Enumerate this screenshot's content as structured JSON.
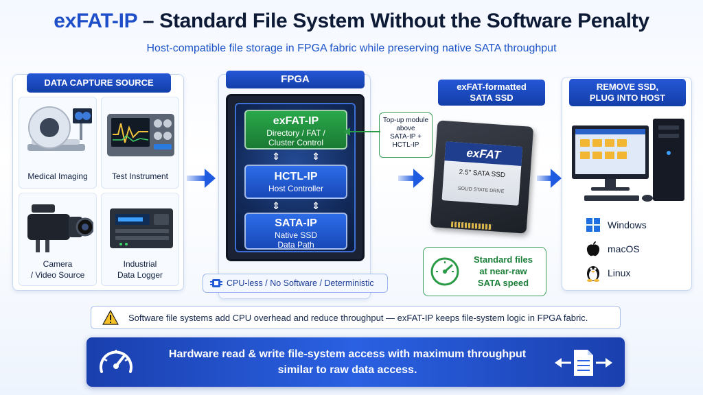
{
  "header": {
    "title_accent": "exFAT-IP",
    "title_rest": " – Standard File System Without the Software Penalty",
    "subtitle": "Host-compatible file storage in FPGA fabric while preserving native SATA throughput"
  },
  "capture": {
    "banner": "DATA CAPTURE SOURCE",
    "items": [
      {
        "label": "Medical Imaging",
        "icon": "medical-scanner-icon"
      },
      {
        "label": "Test Instrument",
        "icon": "oscilloscope-icon"
      },
      {
        "label_line1": "Camera",
        "label_line2": "/ Video Source",
        "icon": "video-camera-icon"
      },
      {
        "label_line1": "Industrial",
        "label_line2": "Data Logger",
        "icon": "data-logger-icon"
      }
    ]
  },
  "fpga": {
    "banner": "FPGA",
    "blocks": [
      {
        "title": "exFAT-IP",
        "line1": "Directory / FAT /",
        "line2": "Cluster Control"
      },
      {
        "title": "HCTL-IP",
        "line1": "Host Controller"
      },
      {
        "title": "SATA-IP",
        "line1": "Native SSD",
        "line2": "Data Path"
      }
    ],
    "arrow_glyph": "⇕",
    "note_line1": "Top-up module",
    "note_line2": "above",
    "note_line3": "SATA-IP +",
    "note_line4": "HCTL-IP",
    "pill": "CPU-less / No Software / Deterministic"
  },
  "ssd": {
    "banner_line1": "exFAT-formatted",
    "banner_line2": "SATA SSD",
    "label_big": "exFAT",
    "label_mid": "2.5\" SATA SSD",
    "label_small": "SOLID STATE DRIVE",
    "speed_line1": "Standard files",
    "speed_line2": "at near-raw",
    "speed_line3": "SATA speed"
  },
  "host": {
    "banner_line1": "REMOVE SSD,",
    "banner_line2": "PLUG INTO HOST",
    "os": [
      {
        "name": "Windows",
        "icon": "windows-icon"
      },
      {
        "name": "macOS",
        "icon": "apple-icon"
      },
      {
        "name": "Linux",
        "icon": "linux-penguin-icon"
      }
    ]
  },
  "warning": {
    "text": "Software file systems add CPU overhead and reduce throughput — exFAT-IP keeps file-system logic in FPGA fabric."
  },
  "footer": {
    "line1": "Hardware read & write file-system access with maximum throughput",
    "line2": "similar to raw data access."
  },
  "colors": {
    "accent": "#1e4fc9",
    "green": "#2aa84a",
    "navy": "#133ea8"
  }
}
